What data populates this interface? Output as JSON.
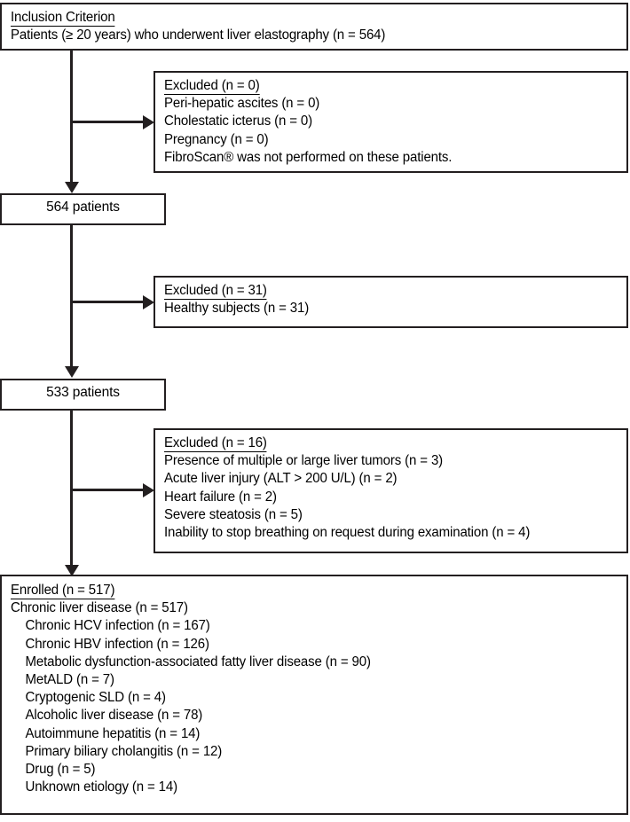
{
  "diagram": {
    "title": "Patient enrollment flow diagram",
    "stroke_color": "#231f20",
    "background_color": "#ffffff"
  },
  "inclusion_box": {
    "heading": "Inclusion Criterion",
    "lines": [
      "Patients (≥ 20 years) who underwent liver elastography  (n = 564)"
    ]
  },
  "excluded_1": {
    "heading": "Excluded  (n = 0)",
    "lines": [
      "Peri-hepatic ascites  (n = 0)",
      "Cholestatic icterus  (n = 0)",
      "Pregnancy  (n = 0)",
      "FibroScan® was not performed on these patients."
    ]
  },
  "cohort_1": {
    "label": "564 patients"
  },
  "excluded_2": {
    "heading": "Excluded  (n = 31)",
    "lines": [
      "Healthy subjects  (n = 31)"
    ]
  },
  "cohort_2": {
    "label": "533 patients"
  },
  "excluded_3": {
    "heading": "Excluded (n = 16)",
    "lines": [
      "Presence of multiple or large liver tumors  (n = 3)",
      "Acute liver injury (ALT > 200 U/L) (n = 2)",
      "Heart failure  (n = 2)",
      "Severe steatosis   (n = 5)",
      "Inability to stop breathing on request during examination  (n = 4)"
    ]
  },
  "enrolled_box": {
    "heading": "Enrolled  (n = 517)",
    "primary": "Chronic liver disease (n = 517)",
    "etiologies": [
      "Chronic HCV infection  (n = 167)",
      "Chronic HBV infection  (n = 126)",
      "Metabolic dysfunction-associated fatty liver disease (n = 90)",
      "MetALD  (n = 7)",
      "Cryptogenic SLD  (n = 4)",
      "Alcoholic liver disease (n = 78)",
      "Autoimmune hepatitis  (n = 14)",
      "Primary biliary cholangitis  (n = 12)",
      "Drug  (n = 5)",
      "Unknown etiology  (n = 14)"
    ]
  }
}
